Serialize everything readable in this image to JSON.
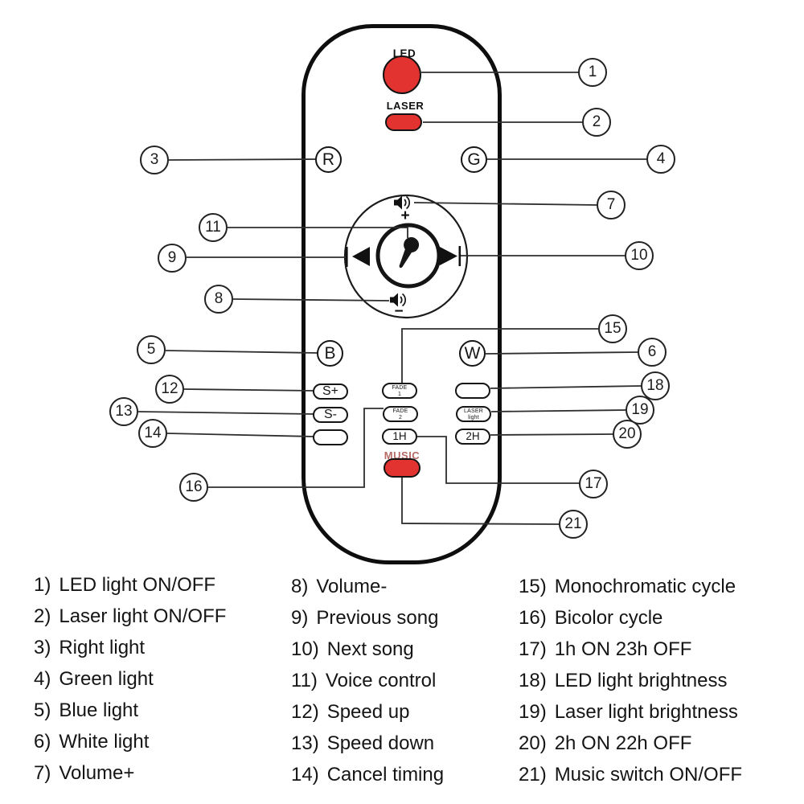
{
  "remote": {
    "led_label": "LED",
    "laser_label": "LASER",
    "music_label": "MUSIC",
    "rgbw": {
      "r": "R",
      "g": "G",
      "b": "B",
      "w": "W"
    },
    "ovals": {
      "s_plus": "S+",
      "s_minus": "S-",
      "fade1_l1": "FADE",
      "fade1_l2": "1",
      "fade2_l1": "FADE",
      "fade2_l2": "2",
      "one_h": "1H",
      "two_h": "2H",
      "laser_light_l1": "LASER",
      "laser_light_l2": "light"
    },
    "nav": {
      "volume_plus": "+",
      "volume_minus": "−"
    }
  },
  "callouts": [
    "1",
    "2",
    "3",
    "4",
    "5",
    "6",
    "7",
    "8",
    "9",
    "10",
    "11",
    "12",
    "13",
    "14",
    "15",
    "16",
    "17",
    "18",
    "19",
    "20",
    "21"
  ],
  "legend": {
    "columns": [
      {
        "items": [
          {
            "n": "1)",
            "t": "LED light ON/OFF"
          },
          {
            "n": "2)",
            "t": "Laser light ON/OFF"
          },
          {
            "n": "3)",
            "t": "Right light"
          },
          {
            "n": "4)",
            "t": "Green light"
          },
          {
            "n": "5)",
            "t": "Blue light"
          },
          {
            "n": "6)",
            "t": "White light"
          },
          {
            "n": "7)",
            "t": "Volume+"
          }
        ]
      },
      {
        "items": [
          {
            "n": "8)",
            "t": "Volume-"
          },
          {
            "n": "9)",
            "t": "Previous song"
          },
          {
            "n": "10)",
            "t": "Next song"
          },
          {
            "n": "11)",
            "t": "Voice control"
          },
          {
            "n": "12)",
            "t": "Speed up"
          },
          {
            "n": "13)",
            "t": "Speed down"
          },
          {
            "n": "14)",
            "t": "Cancel timing"
          }
        ]
      },
      {
        "items": [
          {
            "n": "15)",
            "t": "Monochromatic cycle"
          },
          {
            "n": "16)",
            "t": "Bicolor cycle"
          },
          {
            "n": "17)",
            "t": "1h ON 23h OFF"
          },
          {
            "n": "18)",
            "t": "LED light brightness"
          },
          {
            "n": "19)",
            "t": "Laser light brightness"
          },
          {
            "n": "20)",
            "t": "2h ON 22h OFF"
          },
          {
            "n": "21)",
            "t": "Music switch ON/OFF"
          }
        ]
      }
    ]
  },
  "colors": {
    "button_red": "#e23331",
    "power_glyph_red": "#9c1f1f",
    "line": "#2e2e2e",
    "music_label": "#b66a66"
  }
}
